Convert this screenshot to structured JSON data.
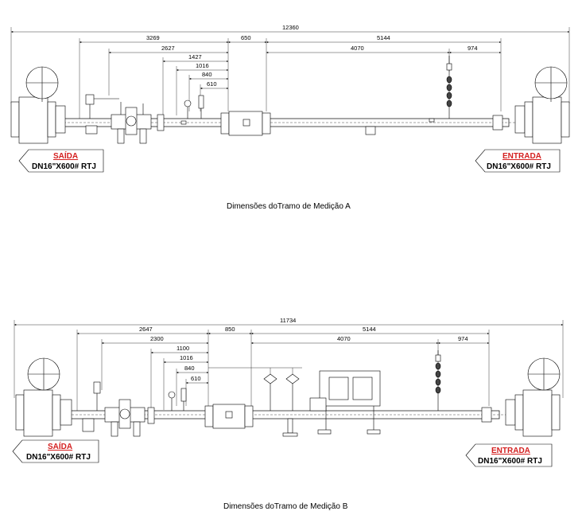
{
  "diagram_a": {
    "caption": "Dimensões doTramo de Medição A",
    "total_dim": "12360",
    "dim_left_main": "3269",
    "dim_mid": "650",
    "dim_right_main": "5144",
    "dim_inner_1": "2627",
    "dim_inner_2": "1427",
    "dim_inner_3": "1016",
    "dim_inner_4": "840",
    "dim_inner_5": "610",
    "dim_right_inner": "4070",
    "dim_right_small": "974",
    "outlet_label": "SAÍDA",
    "outlet_spec": "DN16\"X600# RTJ",
    "inlet_label": "ENTRADA",
    "inlet_spec": "DN16\"X600# RTJ"
  },
  "diagram_b": {
    "caption": "Dimensões doTramo de Medição B",
    "total_dim": "11734",
    "dim_left_main": "2647",
    "dim_mid": "850",
    "dim_right_main": "5144",
    "dim_inner_1": "2300",
    "dim_inner_2": "1100",
    "dim_inner_3": "1016",
    "dim_inner_4": "840",
    "dim_inner_5": "610",
    "dim_right_inner": "4070",
    "dim_right_small": "974",
    "outlet_label": "SAÍDA",
    "outlet_spec": "DN16\"X600# RTJ",
    "inlet_label": "ENTRADA",
    "inlet_spec": "DN16\"X600# RTJ"
  }
}
